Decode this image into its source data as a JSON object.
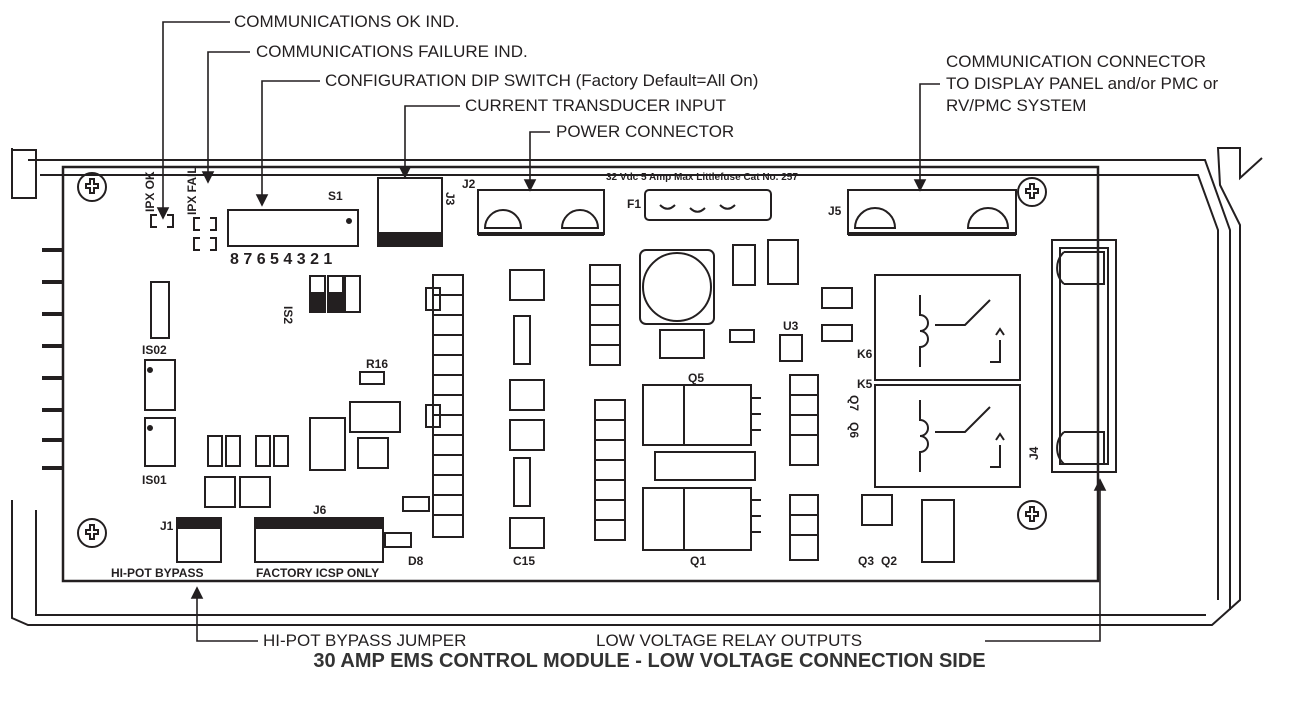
{
  "callouts": {
    "comm_ok": "COMMUNICATIONS OK IND.",
    "comm_fail": "COMMUNICATIONS FAILURE IND.",
    "dip_switch": "CONFIGURATION  DIP SWITCH (Factory Default=All On)",
    "current_transducer": "CURRENT TRANSDUCER INPUT",
    "power_connector": "POWER CONNECTOR",
    "comm_connector_line1": "COMMUNICATION CONNECTOR",
    "comm_connector_line2": "TO DISPLAY PANEL and/or PMC or",
    "comm_connector_line3": "RV/PMC SYSTEM",
    "hipot_jumper": "HI-POT BYPASS JUMPER",
    "relay_outputs": "LOW VOLTAGE RELAY OUTPUTS"
  },
  "board_labels": {
    "ipx_ok": "IPX OK",
    "ipx_fail": "IPX FAIL",
    "s1": "S1",
    "dip_numbers": "8 7 6 5 4 3 2 1",
    "is2": "IS2",
    "is02": "IS02",
    "is01": "IS01",
    "j1": "J1",
    "j2": "J2",
    "j3": "J3",
    "j4": "J4",
    "j5": "J5",
    "j6": "J6",
    "f1": "F1",
    "fuse_text": "32 Vdc 5 Amp Max Littlefuse Cat No. 257",
    "r16": "R16",
    "d8": "D8",
    "c15": "C15",
    "q5": "Q5",
    "q1": "Q1",
    "u3": "U3",
    "k6": "K6",
    "k5": "K5",
    "q7": "Q7",
    "q6": "Q6",
    "q3": "Q3",
    "q2": "Q2",
    "hipot_bypass": "HI-POT BYPASS",
    "factory_icsp": "FACTORY ICSP ONLY"
  },
  "footer": {
    "title": "30 AMP EMS CONTROL MODULE - LOW VOLTAGE CONNECTION SIDE"
  }
}
